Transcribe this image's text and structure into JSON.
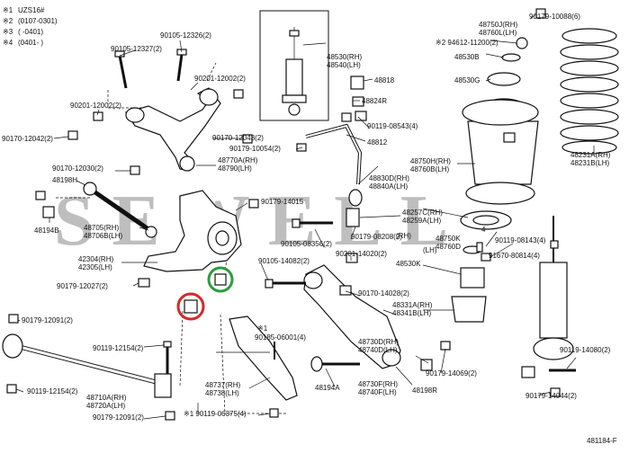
{
  "legend": [
    {
      "mark": "※1",
      "text": "UZS16#"
    },
    {
      "mark": "※2",
      "text": "(0107-0301)"
    },
    {
      "mark": "※3",
      "text": "(    -0401)"
    },
    {
      "mark": "※4",
      "text": "(0401-     )"
    }
  ],
  "watermark": "SEWELL",
  "figure_id": "481184-F",
  "labels": {
    "l1": "90105-12327(2)",
    "l2": "90105-12326(2)",
    "l3": "90179-10088(6)",
    "l4a": "48750J(RH)",
    "l4b": "48760L(LH)",
    "l5": "※2 94612-11200(2)",
    "l6a": "48530(RH)",
    "l6b": "48540(LH)",
    "l7": "48530B",
    "l8": "48818",
    "l9": "48530G",
    "l10": "90201-12002(2)",
    "l11": "90201-12002(2)",
    "l12": "48824R",
    "l13": "90119-08543(4)",
    "l14a": "48231A(RH)",
    "l14b": "48231B(LH)",
    "l15": "90170-12043(2)",
    "l16": "90170-12042(2)",
    "l17": "90179-10054(2)",
    "l18": "48812",
    "l19a": "48750H(RH)",
    "l19b": "48760B(LH)",
    "l20a": "48770A(RH)",
    "l20b": "48790(LH)",
    "l21": "90170-12030(2)",
    "l22": "48198H",
    "l23a": "48830D(RH)",
    "l23b": "48840A(LH)",
    "l24": "90179-14015",
    "l25a": "48257C(RH)",
    "l25b": "48259A(LH)",
    "l26a": "48705(RH)",
    "l26b": "48706B(LH)",
    "l27": "48194B",
    "l28": "90105-08356(2)",
    "l29": "90179-08208(2)",
    "l30a": "48750K",
    "l30b": "48760D",
    "l31": "90119-08143(4)",
    "l32": "91670-80814(4)",
    "l33a": "42304(RH)",
    "l33b": "42305(LH)",
    "l34": "90105-14082(2)",
    "l35": "90201-14020(2)",
    "l36": "48530K",
    "l37": "90179-12027(2)",
    "l38": "90170-14028(2)",
    "l39a": "48331A(RH)",
    "l39b": "48341B(LH)",
    "l40": "90179-12091(2)",
    "l41": "※1",
    "l42": "90185-06001(4)",
    "l43": "90119-12154(2)",
    "l44a": "48730D(RH)",
    "l44b": "48740D(LH)",
    "l45": "90119-14080(2)",
    "l46": "90119-12154(2)",
    "l47a": "48737(RH)",
    "l47b": "48738(LH)",
    "l48": "48194A",
    "l49a": "48730F(RH)",
    "l49b": "48740F(LH)",
    "l50": "48198R",
    "l51": "90179-14069(2)",
    "l52": "90179-14044(2)",
    "l53a": "48710A(RH)",
    "l53b": "48720A(LH)",
    "l54": "90179-12091(2)",
    "l55": "※1 90119-06375(4)",
    "l56": "(RH)",
    "l57": "(LH)",
    "l58": "4"
  },
  "highlights": [
    {
      "color": "#2a9d3c",
      "shape": "circle"
    },
    {
      "color": "#d62828",
      "shape": "circle"
    }
  ]
}
